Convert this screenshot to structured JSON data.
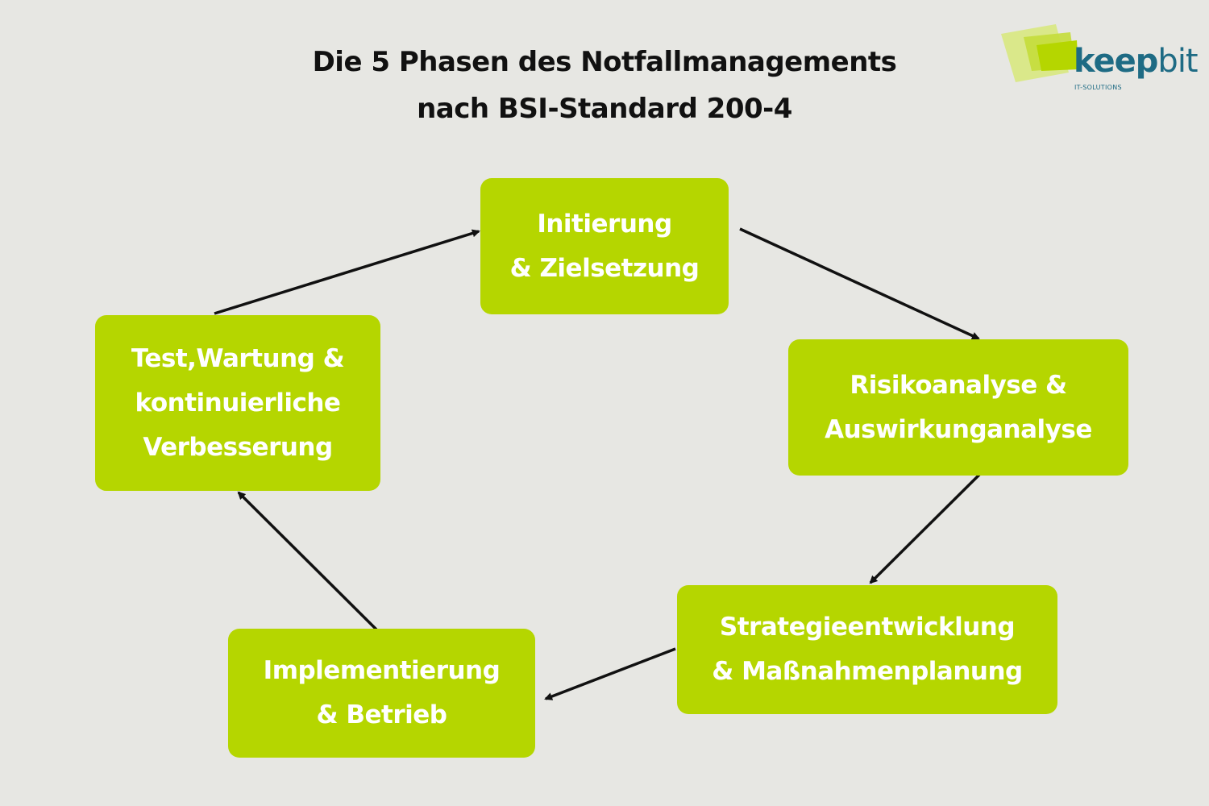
{
  "title": {
    "line1": "Die 5 Phasen des Notfallmanagements",
    "line2": "nach BSI-Standard 200-4"
  },
  "logo": {
    "word_strong": "keep",
    "word_light": "bit",
    "subtitle": "IT-SOLUTIONS",
    "colors": {
      "text": "#1e6b84",
      "square_dark": "#b5d600",
      "square_light": "#d7e77a"
    }
  },
  "phases": [
    {
      "lines": [
        "Initierung",
        "& Zielsetzung"
      ]
    },
    {
      "lines": [
        "Risikoanalyse &",
        "Auswirkunganalyse"
      ]
    },
    {
      "lines": [
        "Strategieentwicklung",
        "& Maßnahmenplanung"
      ]
    },
    {
      "lines": [
        "Implementierung",
        "& Betrieb"
      ]
    },
    {
      "lines": [
        "Test,Wartung &",
        "kontinuierliche",
        "Verbesserung"
      ]
    }
  ],
  "colors": {
    "background": "#e7e7e3",
    "box": "#b5d600",
    "box_text": "#ffffff",
    "title_text": "#111111",
    "arrow": "#111111"
  }
}
